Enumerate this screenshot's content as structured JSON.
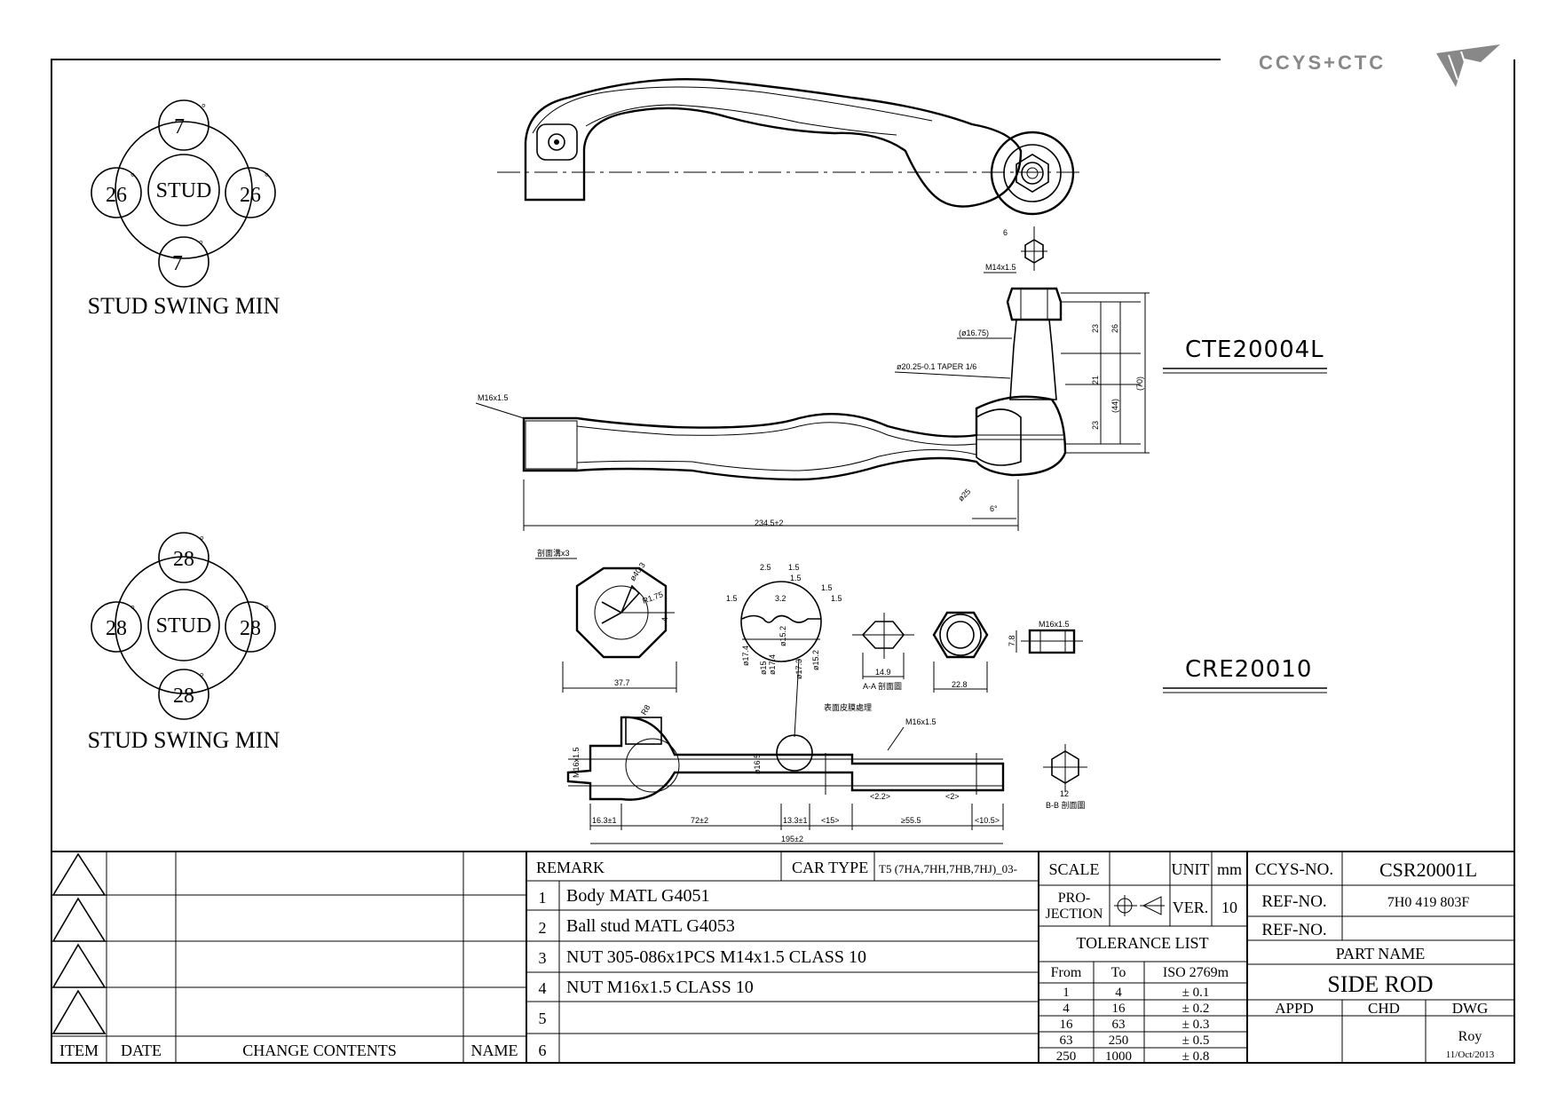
{
  "logo": {
    "text": "CCYS+CTC"
  },
  "stud_swing_top": {
    "top": "7",
    "left": "26",
    "center": "STUD",
    "right": "26",
    "bottom": "7",
    "caption": "STUD SWING MIN"
  },
  "stud_swing_bottom": {
    "top": "28",
    "left": "28",
    "center": "STUD",
    "right": "28",
    "bottom": "28",
    "caption": "STUD SWING MIN"
  },
  "parts": {
    "upper": "CTE20004L",
    "lower": "CRE20010"
  },
  "tie_rod_end_dims": {
    "hex": "6",
    "thread_top": "M14x1.5",
    "d_1675": "(ø16.75)",
    "taper": "ø20.25-0.1 TAPER 1/6",
    "thread_left": "M16x1.5",
    "d25": "ø25",
    "angle": "6°",
    "length": "234.5±2",
    "v23a": "23",
    "v26": "26",
    "v21": "21",
    "v23b": "23",
    "v44": "(44)",
    "v70": "(70)"
  },
  "inner_rod_dims": {
    "note_cs": "剖面溝x3",
    "d403": "ø40.3",
    "r175": "R1.75",
    "v4": "4",
    "w377": "37.7",
    "d25": "2.5",
    "d15a": "1.5",
    "d15b": "1.5",
    "d32": "3.2",
    "d15c": "1.5",
    "d15d": "1.5",
    "d15e": "1.5",
    "d174": "ø17.4",
    "d15": "ø15",
    "d174b": "ø17.4",
    "d152": "ø15.2",
    "d173": "ø17.3",
    "d152b": "ø15.2",
    "hex149": "14.9",
    "sec_aa": "A-A 剖面圖",
    "w228": "22.8",
    "m16": "M16x1.5",
    "v78": "7.8",
    "surface": "表面皮膜處理",
    "m16b": "M16x1.5",
    "m16c": "M16x1.5",
    "d165": "ø16.5",
    "r8": "R8",
    "l163": "16.3±1",
    "l72": "72±2",
    "l133": "13.3±1",
    "l15": "<15>",
    "l555": "≥55.5",
    "l105": "<10.5>",
    "l22": "<2.2>",
    "l2": "<2>",
    "total": "195±2",
    "v12": "12",
    "sec_bb": "B-B 剖面圖"
  },
  "revision_table": {
    "headers": {
      "item": "ITEM",
      "date": "DATE",
      "change": "CHANGE CONTENTS",
      "name": "NAME"
    }
  },
  "remark": {
    "title": "REMARK",
    "car_type_label": "CAR TYPE",
    "car_type_value": "T5 (7HA,7HH,7HB,7HJ)_03-",
    "rows": [
      {
        "no": "1",
        "text": "Body MATL G4051"
      },
      {
        "no": "2",
        "text": "Ball stud MATL G4053"
      },
      {
        "no": "3",
        "text": "NUT 305-086x1PCS M14x1.5 CLASS 10"
      },
      {
        "no": "4",
        "text": "NUT M16x1.5 CLASS 10"
      },
      {
        "no": "5",
        "text": ""
      },
      {
        "no": "6",
        "text": ""
      }
    ]
  },
  "title_block": {
    "scale_label": "SCALE",
    "unit_label": "UNIT",
    "unit_value": "mm",
    "projection_label_1": "PRO-",
    "projection_label_2": "JECTION",
    "ver_label": "VER.",
    "ver_value": "10",
    "tolerance_title": "TOLERANCE LIST",
    "from_label": "From",
    "to_label": "To",
    "iso_label": "ISO 2769m",
    "tolerances": [
      {
        "from": "1",
        "to": "4",
        "tol": "± 0.1"
      },
      {
        "from": "4",
        "to": "16",
        "tol": "± 0.2"
      },
      {
        "from": "16",
        "to": "63",
        "tol": "± 0.3"
      },
      {
        "from": "63",
        "to": "250",
        "tol": "± 0.5"
      },
      {
        "from": "250",
        "to": "1000",
        "tol": "± 0.8"
      }
    ],
    "ccys_label": "CCYS-NO.",
    "ccys_value": "CSR20001L",
    "ref1_label": "REF-NO.",
    "ref1_value": "7H0 419 803F",
    "ref2_label": "REF-NO.",
    "ref2_value": "",
    "part_name_label": "PART NAME",
    "part_name_value": "SIDE ROD",
    "appd_label": "APPD",
    "chd_label": "CHD",
    "dwg_label": "DWG",
    "dwg_name": "Roy",
    "dwg_date": "11/Oct/2013"
  }
}
